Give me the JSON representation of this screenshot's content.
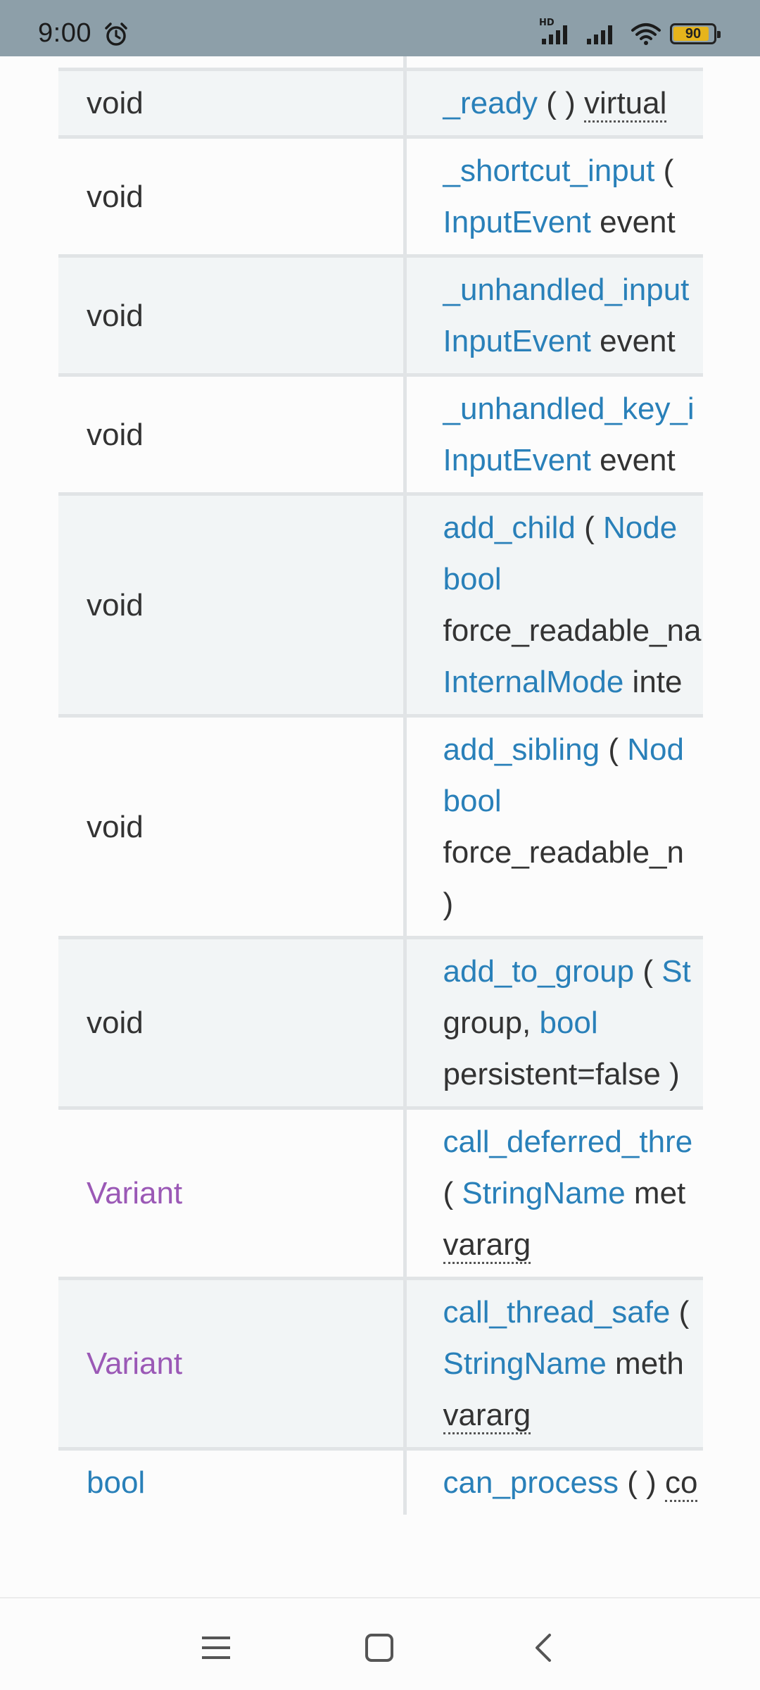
{
  "status_bar": {
    "time": "9:00",
    "network_badge": "HD",
    "battery_level": "90",
    "battery_percent": 90,
    "icons": [
      "alarm-icon",
      "signal-icon",
      "wifi-icon",
      "battery-icon"
    ]
  },
  "colors": {
    "link": "#2980b9",
    "variant": "#9b59b6",
    "text": "#333333",
    "row_alt": "#f2f5f6",
    "status_bar_bg": "#8d9fa9"
  },
  "rows": [
    {
      "ret": {
        "text": "",
        "kind": "plain"
      },
      "sig": [
        [
          {
            "t": "virtual",
            "k": "dotted"
          }
        ]
      ]
    },
    {
      "ret": {
        "text": "void",
        "kind": "plain"
      },
      "sig": [
        [
          {
            "t": "_ready",
            "k": "link"
          },
          {
            "t": " ( ) ",
            "k": "plain"
          },
          {
            "t": "virtual",
            "k": "dotted"
          }
        ]
      ]
    },
    {
      "ret": {
        "text": "void",
        "kind": "plain"
      },
      "sig": [
        [
          {
            "t": "_shortcut_input",
            "k": "link"
          },
          {
            "t": " (",
            "k": "plain"
          }
        ],
        [
          {
            "t": "InputEvent",
            "k": "link"
          },
          {
            "t": " event",
            "k": "plain"
          }
        ]
      ]
    },
    {
      "ret": {
        "text": "void",
        "kind": "plain"
      },
      "sig": [
        [
          {
            "t": "_unhandled_input",
            "k": "link"
          }
        ],
        [
          {
            "t": "InputEvent",
            "k": "link"
          },
          {
            "t": " event",
            "k": "plain"
          }
        ]
      ]
    },
    {
      "ret": {
        "text": "void",
        "kind": "plain"
      },
      "sig": [
        [
          {
            "t": "_unhandled_key_i",
            "k": "link"
          }
        ],
        [
          {
            "t": "InputEvent",
            "k": "link"
          },
          {
            "t": " event",
            "k": "plain"
          }
        ]
      ]
    },
    {
      "ret": {
        "text": "void",
        "kind": "plain"
      },
      "sig": [
        [
          {
            "t": "add_child",
            "k": "link"
          },
          {
            "t": " ( ",
            "k": "plain"
          },
          {
            "t": "Node",
            "k": "link"
          }
        ],
        [
          {
            "t": "bool",
            "k": "link"
          }
        ],
        [
          {
            "t": "force_readable_na",
            "k": "plain"
          }
        ],
        [
          {
            "t": "InternalMode",
            "k": "link"
          },
          {
            "t": " inte",
            "k": "plain"
          }
        ]
      ]
    },
    {
      "ret": {
        "text": "void",
        "kind": "plain"
      },
      "sig": [
        [
          {
            "t": "add_sibling",
            "k": "link"
          },
          {
            "t": " ( ",
            "k": "plain"
          },
          {
            "t": "Nod",
            "k": "link"
          }
        ],
        [
          {
            "t": "bool",
            "k": "link"
          }
        ],
        [
          {
            "t": "force_readable_n",
            "k": "plain"
          }
        ],
        [
          {
            "t": ")",
            "k": "plain"
          }
        ]
      ]
    },
    {
      "ret": {
        "text": "void",
        "kind": "plain"
      },
      "sig": [
        [
          {
            "t": "add_to_group",
            "k": "link"
          },
          {
            "t": " ( ",
            "k": "plain"
          },
          {
            "t": "St",
            "k": "link"
          }
        ],
        [
          {
            "t": "group, ",
            "k": "plain"
          },
          {
            "t": "bool",
            "k": "link"
          }
        ],
        [
          {
            "t": "persistent=false )",
            "k": "plain"
          }
        ]
      ]
    },
    {
      "ret": {
        "text": "Variant",
        "kind": "variant"
      },
      "sig": [
        [
          {
            "t": "call_deferred_thre",
            "k": "link"
          }
        ],
        [
          {
            "t": "( ",
            "k": "plain"
          },
          {
            "t": "StringName",
            "k": "link"
          },
          {
            "t": " met",
            "k": "plain"
          }
        ],
        [
          {
            "t": "vararg",
            "k": "dotted"
          }
        ]
      ]
    },
    {
      "ret": {
        "text": "Variant",
        "kind": "variant"
      },
      "sig": [
        [
          {
            "t": "call_thread_safe",
            "k": "link"
          },
          {
            "t": " (",
            "k": "plain"
          }
        ],
        [
          {
            "t": "StringName",
            "k": "link"
          },
          {
            "t": " meth",
            "k": "plain"
          }
        ],
        [
          {
            "t": "vararg",
            "k": "dotted"
          }
        ]
      ]
    },
    {
      "ret": {
        "text": "bool",
        "kind": "link"
      },
      "sig": [
        [
          {
            "t": "can_process",
            "k": "link"
          },
          {
            "t": " ( ) ",
            "k": "plain"
          },
          {
            "t": "co",
            "k": "dotted"
          }
        ]
      ]
    }
  ],
  "nav_bar": {
    "buttons": [
      "menu-icon",
      "home-icon",
      "back-icon"
    ]
  }
}
